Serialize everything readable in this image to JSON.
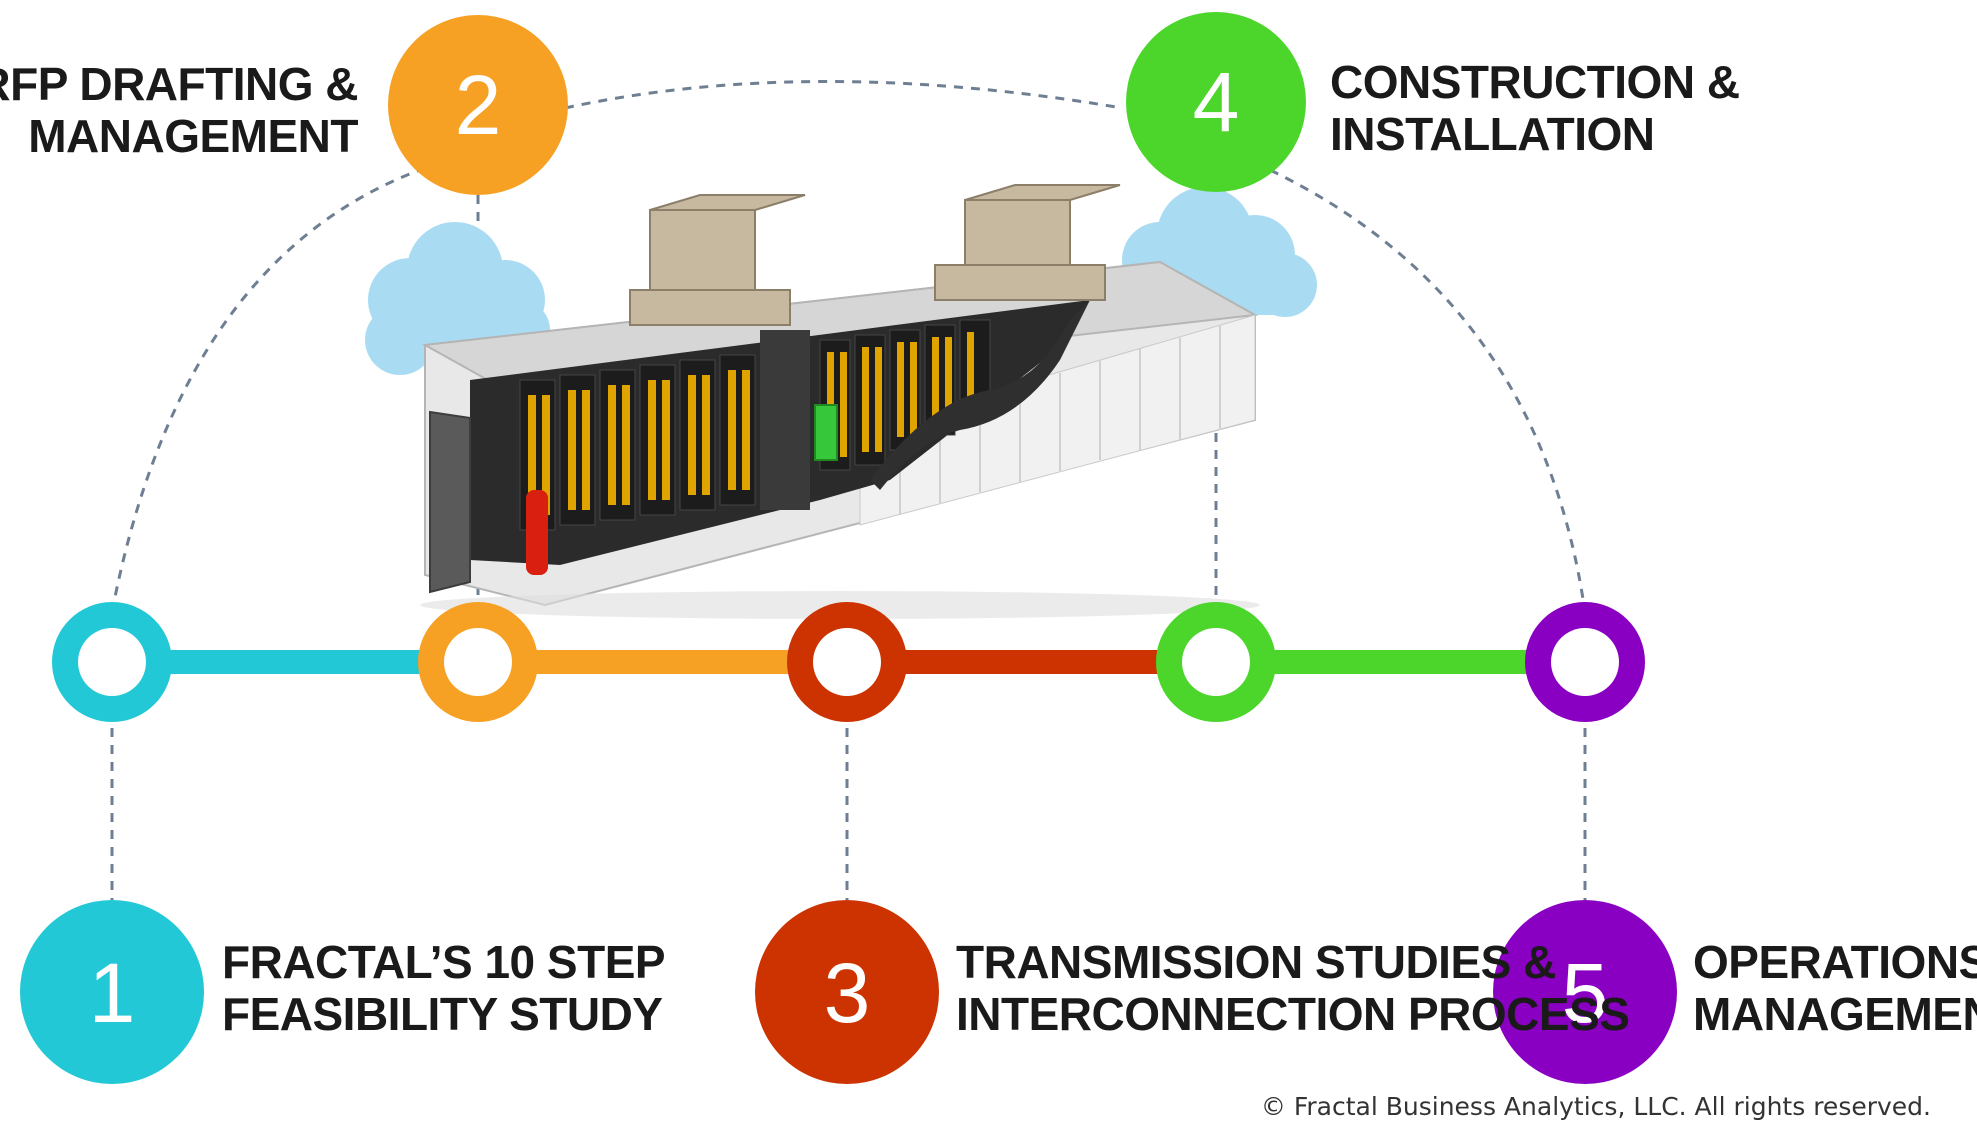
{
  "steps": [
    {
      "number": "1",
      "line1": "FRACTAL’S 10 STEP",
      "line2": "FEASIBILITY STUDY",
      "color": "#22c8d6"
    },
    {
      "number": "2",
      "line1": "RFP DRAFTING &",
      "line2": "MANAGEMENT",
      "color": "#f6a024"
    },
    {
      "number": "3",
      "line1": "TRANSMISSION STUDIES &",
      "line2": "INTERCONNECTION PROCESS",
      "color": "#cc3300"
    },
    {
      "number": "4",
      "line1": "CONSTRUCTION &",
      "line2": "INSTALLATION",
      "color": "#4cd62b"
    },
    {
      "number": "5",
      "line1": "OPERATIONS &",
      "line2": "MANAGEMENT",
      "color": "#8a00c2"
    }
  ],
  "illustration": {
    "label": "battery-storage-container"
  },
  "copyright": "© Fractal Business Analytics, LLC. All rights reserved."
}
